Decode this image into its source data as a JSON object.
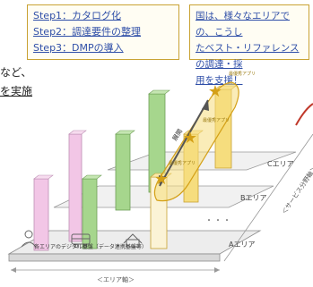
{
  "steps": [
    "Step1：カタログ化",
    "Step2：調達要件の整理",
    "Step3：DMPの導入"
  ],
  "callout": {
    "line1": "国は、様々なエリアでの、こうし",
    "line2": "たベスト・リファレンスの調達・採",
    "line3": "用を支援！"
  },
  "text_fragments": {
    "top": "など、",
    "bottom": "を実施"
  },
  "areas": {
    "c": "Cエリア",
    "b": "Bエリア",
    "a": "Aエリア"
  },
  "platform_label": "各エリアのデジタル基盤（データ連携基盤等）",
  "x_axis_label": "＜エリア軸＞",
  "y_axis_label": "＜サービス分野軸＞",
  "best_app_label": "最優秀アプリ",
  "arrow_label": "展開",
  "colors": {
    "pink": "#f2c6e6",
    "green": "#a6d68d",
    "yellow": "#f6dd7e",
    "star": "#d4a017",
    "border": "#c9a233",
    "link": "#2f4fa8"
  }
}
